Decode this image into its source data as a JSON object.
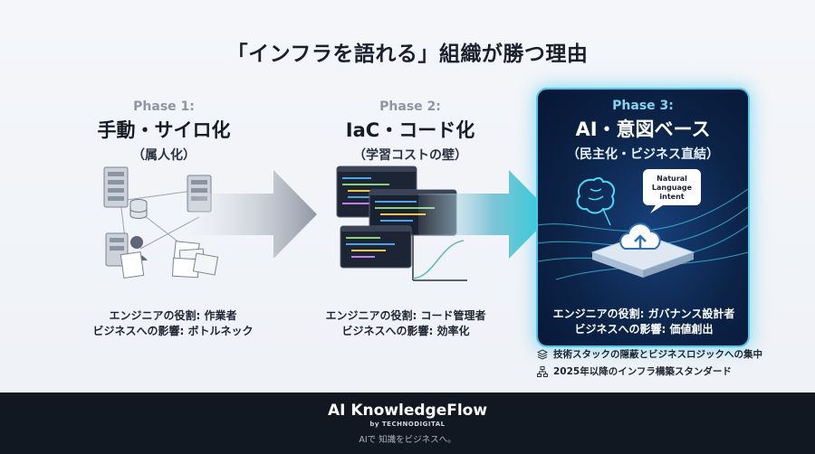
{
  "title": "「インフラを語れる」組織が勝つ理由",
  "phases": [
    {
      "num": "Phase 1:",
      "name": "手動・サイロ化",
      "sub": "（属人化）",
      "role_line1": "エンジニアの役割: 作業者",
      "role_line2": "ビジネスへの影響: ボトルネック"
    },
    {
      "num": "Phase 2:",
      "name": "IaC・コード化",
      "sub": "（学習コストの壁）",
      "role_line1": "エンジニアの役割: コード管理者",
      "role_line2": "ビジネスへの影響: 効率化"
    },
    {
      "num": "Phase 3:",
      "name": "AI・意図ベース",
      "sub": "（民主化・ビジネス直結）",
      "role_line1": "エンジニアの役割: ガバナンス設計者",
      "role_line2": "ビジネスへの影響: 価値創出",
      "bubble_line1": "Natural",
      "bubble_line2": "Language",
      "bubble_line3": "intent"
    }
  ],
  "bullets": [
    {
      "icon": "layers-icon",
      "text": "技術スタックの隠蔽とビジネスロジックへの集中"
    },
    {
      "icon": "hierarchy-icon",
      "text": "2025年以降のインフラ構築スタンダード"
    }
  ],
  "footer": {
    "brand": "AI KnowledgeFlow",
    "by": "by TECHNODIGITAL",
    "tagline": "AIで 知識をビジネスへ。"
  },
  "colors": {
    "accent": "#38c7e8",
    "panel_dark": "#0c2347",
    "footer_bg": "#121821"
  }
}
